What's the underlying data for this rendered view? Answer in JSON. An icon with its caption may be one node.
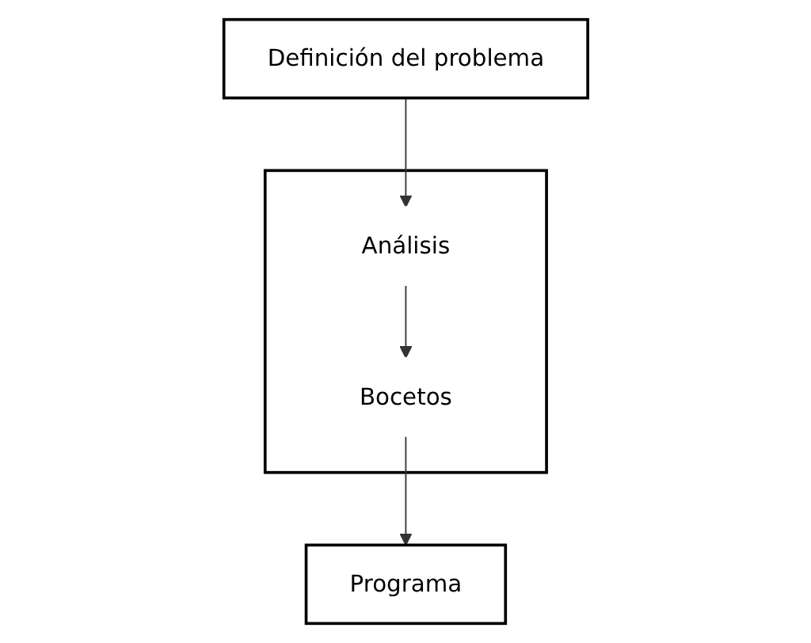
{
  "diagram": {
    "nodes": [
      {
        "text": [
          "Definición del problema"
        ]
      },
      {
        "text": [],
        "shape": "box"
      },
      {
        "text": [
          "Análisis"
        ],
        "in": 1
      },
      {
        "text": [
          "Bocetos"
        ],
        "in": 1
      },
      {
        "text": [
          "Programa"
        ]
      }
    ],
    "edges": [
      {
        "from": 0,
        "to": 2,
        "arrow": "to"
      },
      {
        "from": 2,
        "to": 3,
        "arrow": "to"
      },
      {
        "from": 3,
        "to": 4,
        "arrow": "to"
      }
    ]
  }
}
